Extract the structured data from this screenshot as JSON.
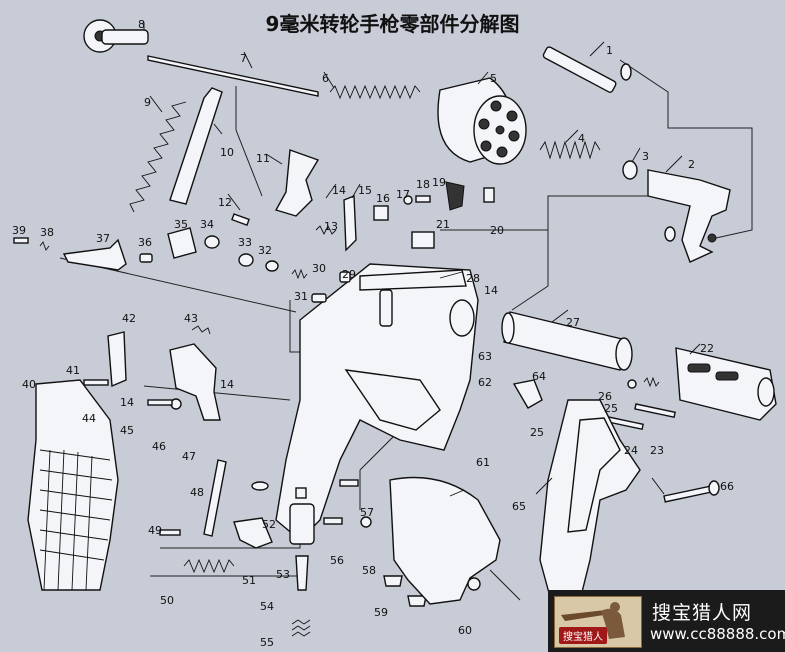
{
  "title": "9毫米转轮手枪零部件分解图",
  "watermark": {
    "site_name": "搜宝猎人网",
    "url": "www.cc88888.com",
    "logo_tag": "搜宝猎人"
  },
  "colors": {
    "background": "#c7ccd6",
    "ink": "#111111",
    "part_fill": "#f4f5f8",
    "watermark_bg": "#1b1b1b"
  },
  "part_numbers": [
    "1",
    "2",
    "3",
    "4",
    "5",
    "6",
    "7",
    "8",
    "9",
    "10",
    "11",
    "12",
    "13",
    "14",
    "14",
    "14",
    "14",
    "15",
    "16",
    "17",
    "18",
    "19",
    "20",
    "21",
    "22",
    "23",
    "24",
    "25",
    "25",
    "26",
    "27",
    "28",
    "29",
    "30",
    "31",
    "32",
    "33",
    "34",
    "35",
    "36",
    "37",
    "38",
    "39",
    "40",
    "41",
    "42",
    "43",
    "44",
    "45",
    "46",
    "47",
    "48",
    "49",
    "50",
    "51",
    "52",
    "53",
    "54",
    "55",
    "56",
    "57",
    "58",
    "59",
    "60",
    "61",
    "62",
    "63",
    "64",
    "65",
    "66"
  ]
}
